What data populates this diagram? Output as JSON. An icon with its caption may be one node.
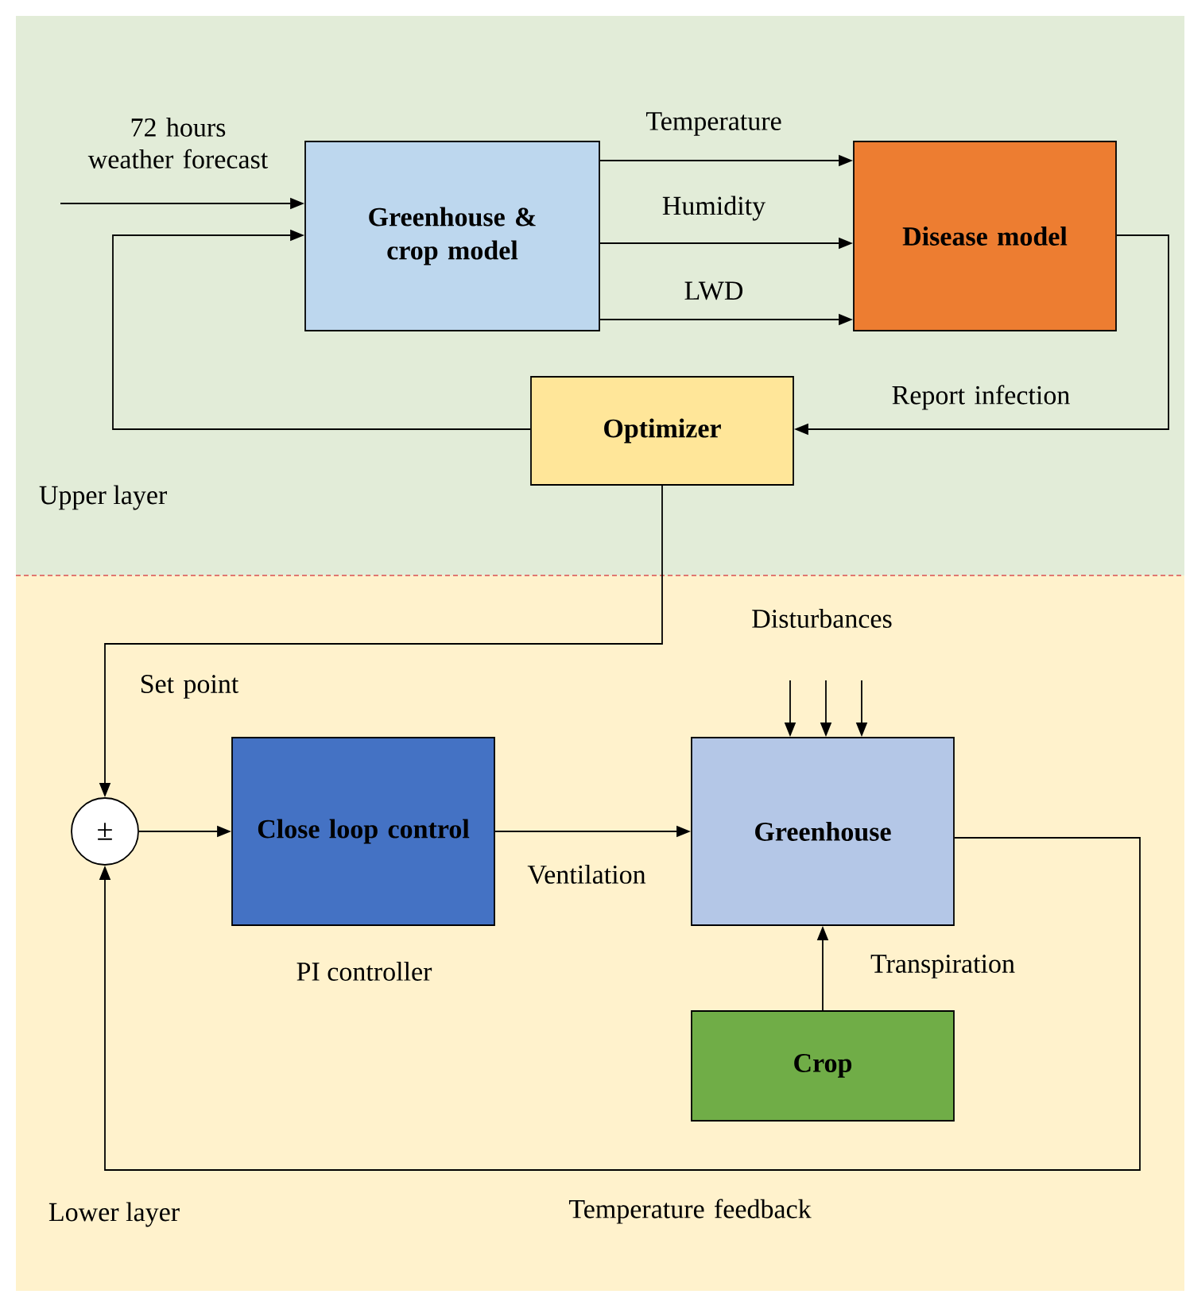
{
  "diagram": {
    "nodes": [
      {
        "text": [
          "Upper layer"
        ]
      },
      {
        "text": [
          "Greenhouse & crop model"
        ],
        "in": 0
      },
      {
        "text": [
          "Disease model"
        ],
        "in": 0
      },
      {
        "text": [
          "Optimizer"
        ],
        "in": 0
      },
      {
        "text": [
          "Lower layer"
        ]
      },
      {
        "text": [
          "±"
        ],
        "in": 4
      },
      {
        "text": [
          "Close loop control"
        ],
        "in": 4,
        "beside": [
          "PI controller"
        ]
      },
      {
        "text": [
          "Greenhouse"
        ],
        "in": 4
      },
      {
        "text": [
          "Crop"
        ],
        "in": 4
      }
    ],
    "edges": [
      {
        "from": null,
        "to": 1,
        "arrow": "to",
        "label": "72 hours weather forecast"
      },
      {
        "from": 1,
        "to": 2,
        "arrow": "to",
        "label": "Temperature"
      },
      {
        "from": 1,
        "to": 2,
        "arrow": "to",
        "label": "Humidity"
      },
      {
        "from": 1,
        "to": 2,
        "arrow": "to",
        "label": "LWD"
      },
      {
        "from": 2,
        "to": 3,
        "arrow": "to",
        "label": "Report infection"
      },
      {
        "from": 3,
        "to": 1,
        "arrow": "to"
      },
      {
        "from": 3,
        "to": 5,
        "arrow": "to",
        "label": "Set point"
      },
      {
        "from": 5,
        "to": 6,
        "arrow": "to"
      },
      {
        "from": 6,
        "to": 7,
        "arrow": "to",
        "label": "Ventilation"
      },
      {
        "from": 8,
        "to": 7,
        "arrow": "to",
        "label": "Transpiration"
      },
      {
        "from": 7,
        "to": 5,
        "arrow": "to",
        "label": "Temperature feedback"
      },
      {
        "from": null,
        "to": 7,
        "arrow": "to"
      },
      {
        "from": null,
        "to": 7,
        "arrow": "to"
      },
      {
        "from": null,
        "to": 7,
        "arrow": "to"
      }
    ],
    "labels": [
      "Disturbances"
    ]
  }
}
